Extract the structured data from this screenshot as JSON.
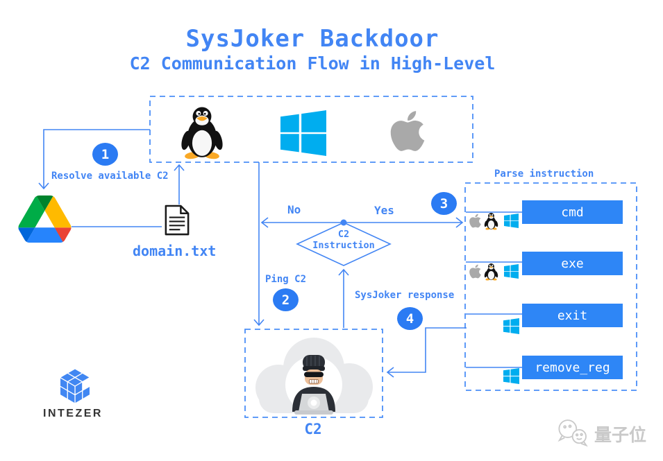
{
  "title": {
    "main": "SysJoker Backdoor",
    "subtitle": "C2 Communication Flow in High-Level"
  },
  "flow": {
    "badges": [
      "1",
      "2",
      "3",
      "4"
    ],
    "resolve": "Resolve available C2",
    "domain_file": "domain.txt",
    "no": "No",
    "yes": "Yes",
    "decision": [
      "C2",
      "Instruction"
    ],
    "ping": "Ping C2",
    "response": "SysJoker response",
    "parse": "Parse instruction",
    "c2": "C2"
  },
  "os_box": {
    "platforms": [
      "linux",
      "windows",
      "apple"
    ]
  },
  "commands": [
    {
      "label": "cmd",
      "platforms": [
        "apple",
        "linux",
        "windows"
      ]
    },
    {
      "label": "exe",
      "platforms": [
        "apple",
        "linux",
        "windows"
      ]
    },
    {
      "label": "exit",
      "platforms": [
        "windows"
      ]
    },
    {
      "label": "remove_reg",
      "platforms": [
        "windows"
      ]
    }
  ],
  "branding": {
    "intezer": "INTEZER",
    "watermark": "量子位"
  },
  "colors": {
    "accent": "#4285f4",
    "badge": "#2b7bf3",
    "command_box": "#2e86f6",
    "windows": "#00adef",
    "apple_gray": "#a9a9a9",
    "cloud_gray": "#e9eaec",
    "drive": [
      "#0066da",
      "#00ac47",
      "#ea4335",
      "#00832d",
      "#2684fc",
      "#ffba00"
    ],
    "watermark_gray": "#c9c9c9"
  }
}
